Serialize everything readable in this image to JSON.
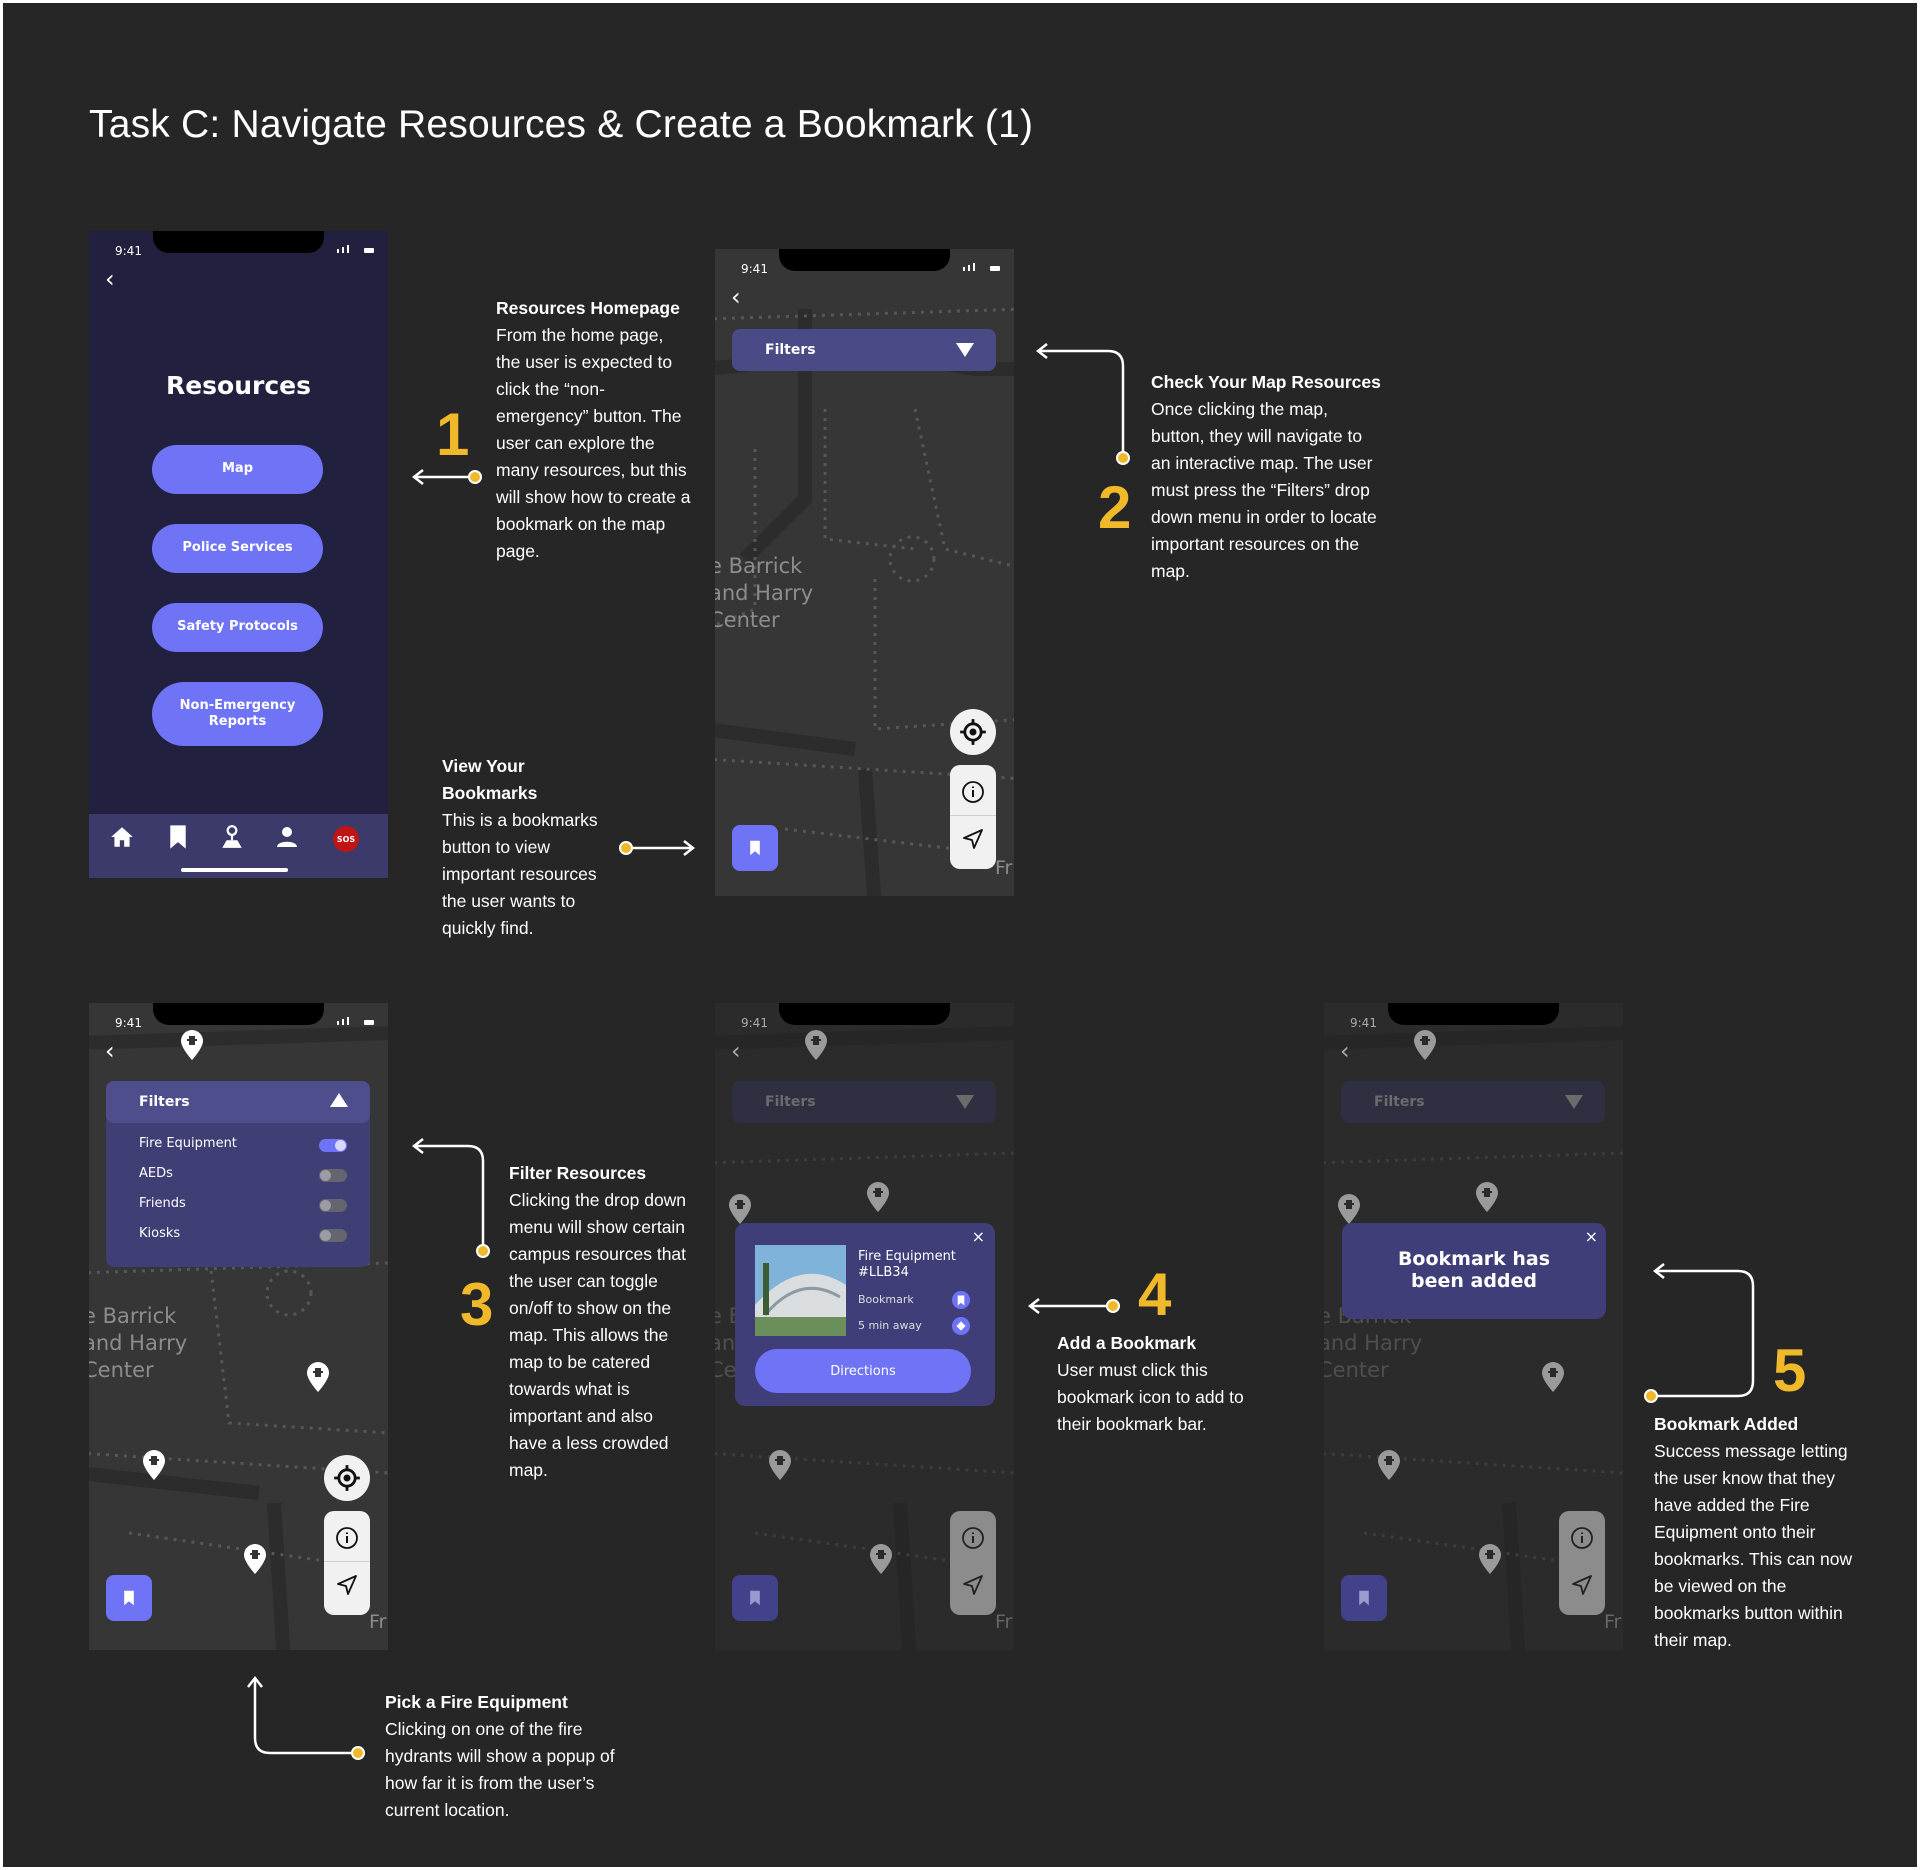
{
  "title": "Task C: Navigate Resources & Create a Bookmark (1)",
  "status_time": "9:41",
  "screen1": {
    "heading": "Resources",
    "buttons": [
      "Map",
      "Police Services",
      "Safety Protocols",
      "Non-Emergency Reports"
    ],
    "tabbar": {
      "sos_label": "SOS",
      "icons": [
        "home-icon",
        "bookmark-icon",
        "map-pin-person-icon",
        "profile-icon",
        "sos-icon"
      ]
    }
  },
  "map": {
    "filters_label": "Filters",
    "place_label": [
      "e Barrick",
      "and Harry",
      "Center"
    ],
    "corner_label": "Fr"
  },
  "filter_options": [
    {
      "label": "Fire Equipment",
      "on": true
    },
    {
      "label": "AEDs",
      "on": false
    },
    {
      "label": "Friends",
      "on": false
    },
    {
      "label": "Kiosks",
      "on": false
    }
  ],
  "popup": {
    "title": "Fire Equipment #LLB34",
    "bookmark_label": "Bookmark",
    "distance": "5 min away",
    "directions_label": "Directions",
    "close": "×"
  },
  "toast": {
    "message": "Bookmark has been added",
    "close": "×"
  },
  "annotations": {
    "a1": {
      "number": "1",
      "heading": "Resources Homepage",
      "body": "From the home page, the user is expected to click the “non-emergency” button. The user can explore the many resources, but this will show how to create a bookmark on the map page."
    },
    "a2": {
      "number": "2",
      "heading": "Check Your Map Resources",
      "body": "Once clicking the map, button, they will navigate to an interactive map. The user must press the “Filters” drop down menu in order to locate important resources on the map."
    },
    "bookmarks": {
      "heading": "View Your Bookmarks",
      "body": "This is a bookmarks button to view important resources the user wants to quickly find."
    },
    "a3": {
      "number": "3",
      "heading": "Filter Resources",
      "body": "Clicking the drop down menu will show certain campus resources that the user can toggle on/off to show on the map. This allows the map to be catered towards what is important and also have a less crowded map."
    },
    "pick": {
      "heading": "Pick a Fire Equipment",
      "body": "Clicking on one of the fire hydrants will show a popup of how far it is from the user’s current location."
    },
    "a4": {
      "number": "4",
      "heading": "Add a Bookmark",
      "body": "User must click this bookmark icon to add to their bookmark bar."
    },
    "a5": {
      "number": "5",
      "heading": "Bookmark Added",
      "body": "Success message letting the user know that they have added the Fire Equipment onto their bookmarks. This can now be viewed on the bookmarks button within their map."
    }
  },
  "colors": {
    "accent": "#6f74f7",
    "highlight": "#f0b92a",
    "background": "#262626",
    "panel": "#4a4a86"
  }
}
